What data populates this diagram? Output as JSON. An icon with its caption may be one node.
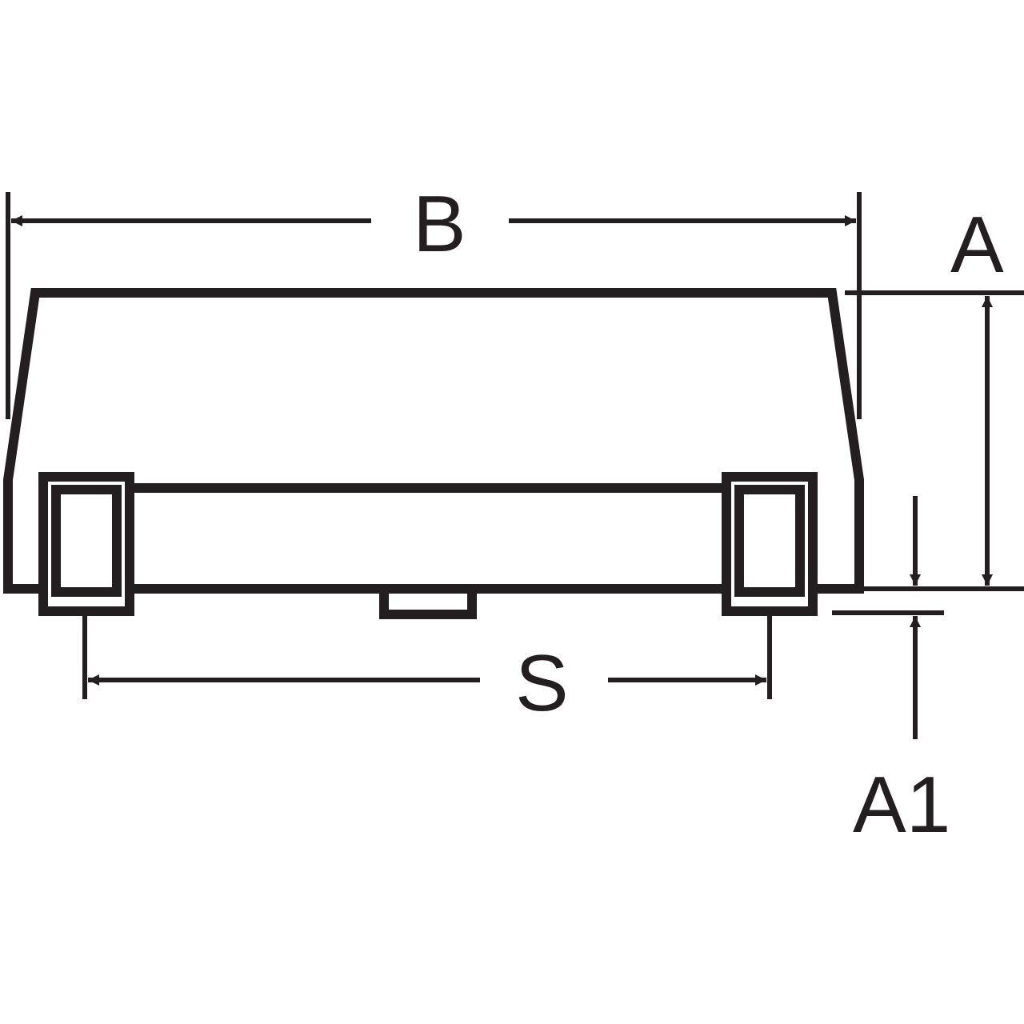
{
  "diagram": {
    "labels": [
      "B",
      "A",
      "S",
      "A1"
    ]
  }
}
